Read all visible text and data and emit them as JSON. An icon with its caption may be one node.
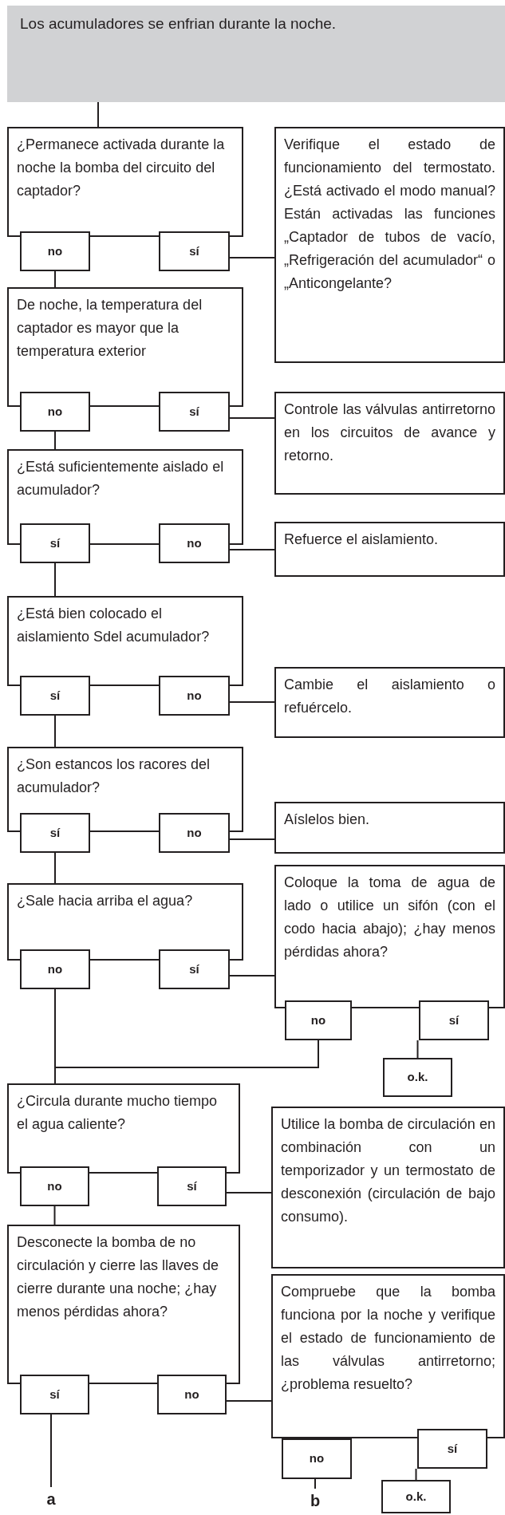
{
  "diagram": {
    "nodes": [
      {
        "text": [
          "Los acumuladores se enfrian durante la noche."
        ]
      },
      {
        "text": [
          "¿Permanece activada durante la noche la bomba del circuito del captador?"
        ]
      },
      {
        "text": [
          "no"
        ]
      },
      {
        "text": [
          "sí"
        ]
      },
      {
        "text": [
          "Verifique el estado de funcionamiento del termostato. ¿Está activado el modo manual? Están activadas las funciones „Captador de tubos de vacío, „Refrigeración del acumulador“ o „Anticongelante?"
        ]
      },
      {
        "text": [
          "De noche, la temperatura del captador es mayor que la temperatura exterior"
        ]
      },
      {
        "text": [
          "no"
        ]
      },
      {
        "text": [
          "sí"
        ]
      },
      {
        "text": [
          "Controle las válvulas antirretorno en los circuitos de avance y retorno."
        ]
      },
      {
        "text": [
          "¿Está suficientemente aislado el acumulador?"
        ]
      },
      {
        "text": [
          "sí"
        ]
      },
      {
        "text": [
          "no"
        ]
      },
      {
        "text": [
          "Refuerce el aislamiento."
        ]
      },
      {
        "text": [
          "¿Está bien colocado el aislamiento Sdel acumulador?"
        ]
      },
      {
        "text": [
          "sí"
        ]
      },
      {
        "text": [
          "no"
        ]
      },
      {
        "text": [
          "Cambie el aislamiento o refuércelo."
        ]
      },
      {
        "text": [
          "¿Son estancos los racores del acumulador?"
        ]
      },
      {
        "text": [
          "sí"
        ]
      },
      {
        "text": [
          "no"
        ]
      },
      {
        "text": [
          "Aíslelos bien."
        ]
      },
      {
        "text": [
          "¿Sale hacia arriba el agua?"
        ]
      },
      {
        "text": [
          "no"
        ]
      },
      {
        "text": [
          "sí"
        ]
      },
      {
        "text": [
          "Coloque la toma de agua de lado o utilice un sifón (con el codo hacia abajo); ¿hay menos pérdidas ahora?"
        ]
      },
      {
        "text": [
          "no"
        ]
      },
      {
        "text": [
          "sí"
        ]
      },
      {
        "text": [
          "o.k."
        ]
      },
      {
        "text": [
          "¿Circula durante mucho tiempo el agua caliente?"
        ]
      },
      {
        "text": [
          "no"
        ]
      },
      {
        "text": [
          "sí"
        ]
      },
      {
        "text": [
          "Utilice la bomba de circulación en combinación con un temporizador y un termostato de desconexión (circulación de bajo consumo)."
        ]
      },
      {
        "text": [
          "Desconecte la bomba de no circulación y cierre las llaves de cierre durante una noche; ¿hay menos pérdidas ahora?"
        ]
      },
      {
        "text": [
          "sí"
        ]
      },
      {
        "text": [
          "no"
        ]
      },
      {
        "text": [
          "Compruebe que la bomba funciona por la noche y verifique el estado de funcionamiento de las válvulas antirretorno; ¿problema resuelto?"
        ]
      },
      {
        "text": [
          "no"
        ]
      },
      {
        "text": [
          "sí"
        ]
      },
      {
        "text": [
          "o.k."
        ]
      },
      {
        "text": [
          "a"
        ]
      },
      {
        "text": [
          "b"
        ]
      }
    ],
    "edges": [
      {
        "from": 0,
        "to": 1,
        "arrow": "none"
      },
      {
        "from": 2,
        "to": 5,
        "arrow": "none"
      },
      {
        "from": 3,
        "to": 4,
        "arrow": "none"
      },
      {
        "from": 6,
        "to": 9,
        "arrow": "none"
      },
      {
        "from": 7,
        "to": 8,
        "arrow": "none"
      },
      {
        "from": 10,
        "to": 13,
        "arrow": "none"
      },
      {
        "from": 11,
        "to": 12,
        "arrow": "none"
      },
      {
        "from": 14,
        "to": 17,
        "arrow": "none"
      },
      {
        "from": 15,
        "to": 16,
        "arrow": "none"
      },
      {
        "from": 18,
        "to": 21,
        "arrow": "none"
      },
      {
        "from": 19,
        "to": 20,
        "arrow": "none"
      },
      {
        "from": 22,
        "to": 28,
        "arrow": "none"
      },
      {
        "from": 23,
        "to": 24,
        "arrow": "none"
      },
      {
        "from": 25,
        "to": 28,
        "arrow": "none"
      },
      {
        "from": 26,
        "to": 27,
        "arrow": "none"
      },
      {
        "from": 29,
        "to": 32,
        "arrow": "none"
      },
      {
        "from": 30,
        "to": 31,
        "arrow": "none"
      },
      {
        "from": 33,
        "to": 39,
        "arrow": "none"
      },
      {
        "from": 34,
        "to": 35,
        "arrow": "none"
      },
      {
        "from": 36,
        "to": 40,
        "arrow": "none"
      },
      {
        "from": 37,
        "to": 38,
        "arrow": "none"
      }
    ]
  }
}
